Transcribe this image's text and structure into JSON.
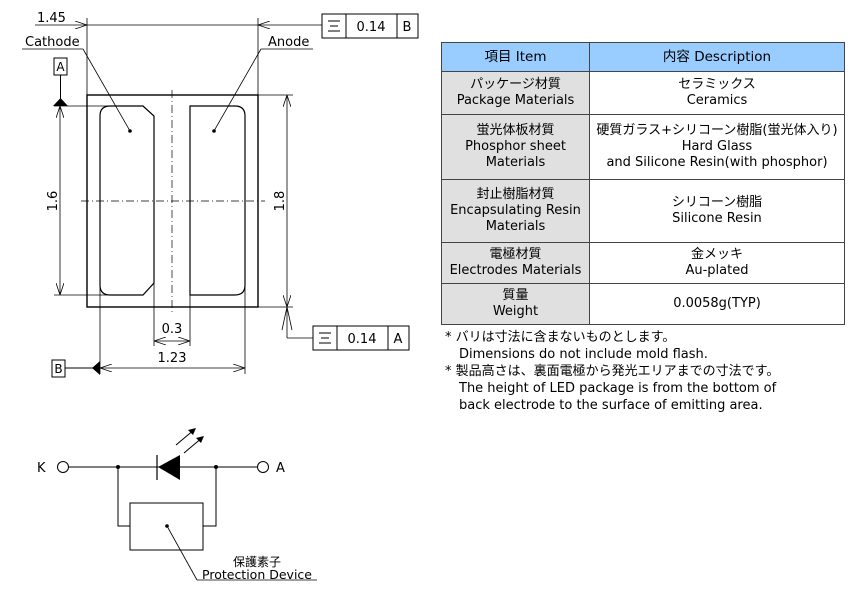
{
  "drawing": {
    "dimensions": {
      "width_top": "1.45",
      "height_left": "1.6",
      "height_right": "1.8",
      "gap": "0.3",
      "width_bottom": "1.23"
    },
    "labels": {
      "cathode": "Cathode",
      "anode": "Anode",
      "datum_a": "A",
      "datum_b": "B"
    },
    "tolerance_top": {
      "symbol": "symmetry",
      "value": "0.14",
      "datum": "B"
    },
    "tolerance_right": {
      "symbol": "symmetry",
      "value": "0.14",
      "datum": "A"
    }
  },
  "circuit": {
    "terminal_k": "K",
    "terminal_a": "A",
    "protection_jp": "保護素子",
    "protection_en": "Protection Device"
  },
  "table": {
    "headers": [
      "項目 Item",
      "内容 Description"
    ],
    "rows": [
      {
        "item": [
          "パッケージ材質",
          "Package Materials"
        ],
        "desc": [
          "セラミックス",
          "Ceramics"
        ]
      },
      {
        "item": [
          "蛍光体板材質",
          "Phosphor sheet",
          "Materials"
        ],
        "desc": [
          "硬質ガラス+シリコーン樹脂(蛍光体入り)",
          "Hard Glass",
          "and Silicone Resin(with phosphor)"
        ]
      },
      {
        "item": [
          "封止樹脂材質",
          "Encapsulating Resin",
          "Materials"
        ],
        "desc": [
          "シリコーン樹脂",
          "Silicone Resin"
        ]
      },
      {
        "item": [
          "電極材質",
          "Electrodes Materials"
        ],
        "desc": [
          "金メッキ",
          "Au-plated"
        ]
      },
      {
        "item": [
          "質量",
          "Weight"
        ],
        "desc": [
          "0.0058g(TYP)"
        ]
      }
    ]
  },
  "notes": [
    {
      "jp": "* バリは寸法に含まないものとします。",
      "en": [
        "Dimensions do not include mold flash."
      ]
    },
    {
      "jp": "* 製品高さは、裏面電極から発光エリアまでの寸法です。",
      "en": [
        "The height of LED package is from the bottom of",
        "back electrode to the surface of emitting area."
      ]
    }
  ]
}
